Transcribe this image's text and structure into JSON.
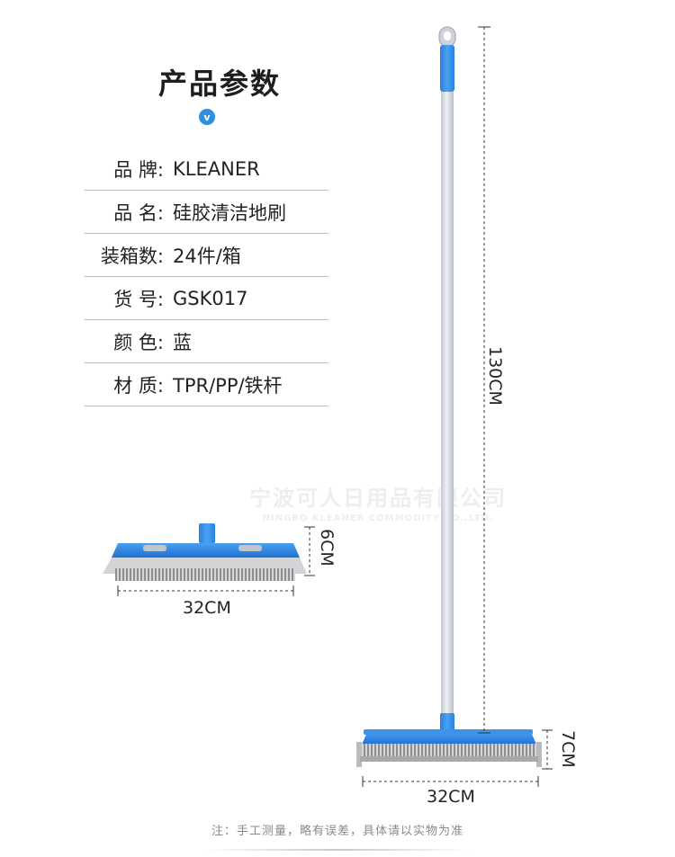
{
  "title": "产品参数",
  "title_badge": "v",
  "specs": [
    {
      "label": "品 牌:",
      "value": "KLEANER"
    },
    {
      "label": "品 名:",
      "value": "硅胶清洁地刷"
    },
    {
      "label": "装箱数:",
      "value": "24件/箱"
    },
    {
      "label": "货 号:",
      "value": "GSK017"
    },
    {
      "label": "颜 色:",
      "value": "蓝"
    },
    {
      "label": "材 质:",
      "value": "TPR/PP/铁杆"
    }
  ],
  "watermark": {
    "company_cn": "宁波可人日用品有限公司",
    "company_en": "NINGBO KLEANER COMMODITY CO.,LTD."
  },
  "dimensions": {
    "handle_length": "130CM",
    "small_head_height": "6CM",
    "small_head_width": "32CM",
    "large_head_height": "7CM",
    "large_head_width": "32CM"
  },
  "note": "注：手工测量，略有误差，具体请以实物为准",
  "colors": {
    "accent_blue": "#2f8fe0",
    "head_blue": "#2e86e6",
    "pole_gray": "#d9dde2"
  }
}
